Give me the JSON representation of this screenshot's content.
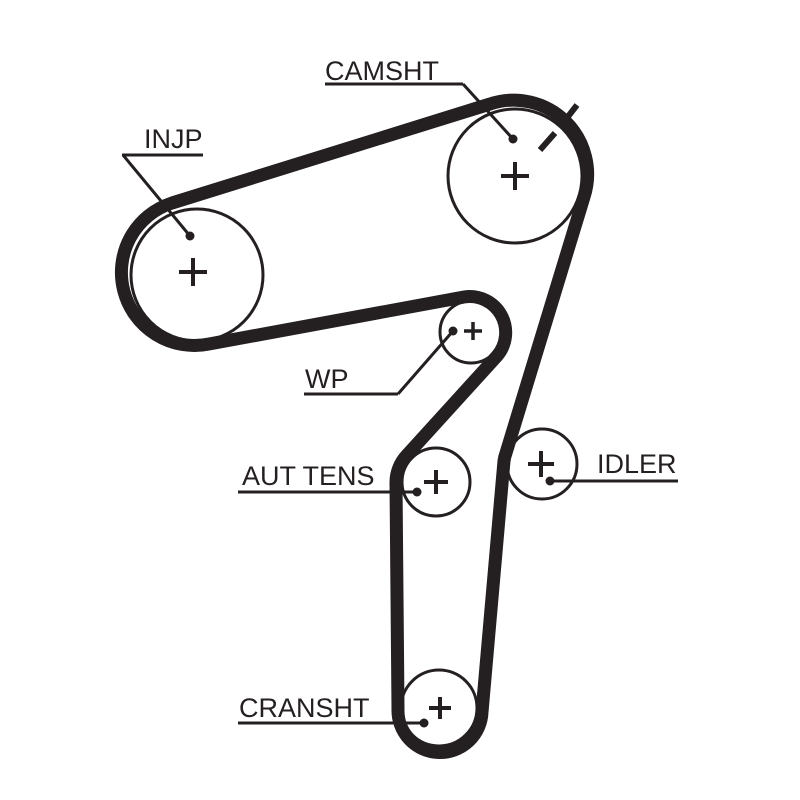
{
  "page": {
    "background": "#ffffff"
  },
  "colors": {
    "ink": "#241f20"
  },
  "diagram": {
    "name": "timing-belt-routing-diagram",
    "belt": "timing-belt",
    "center_marker": "+",
    "timing_mark": "diagonal-dashed-alignment-mark",
    "labels": {
      "injp": "INJP",
      "camsht": "CAMSHT",
      "wp": "WP",
      "aut_tens": "AUT TENS",
      "idler": "IDLER",
      "cransht": "CRANSHT"
    }
  }
}
